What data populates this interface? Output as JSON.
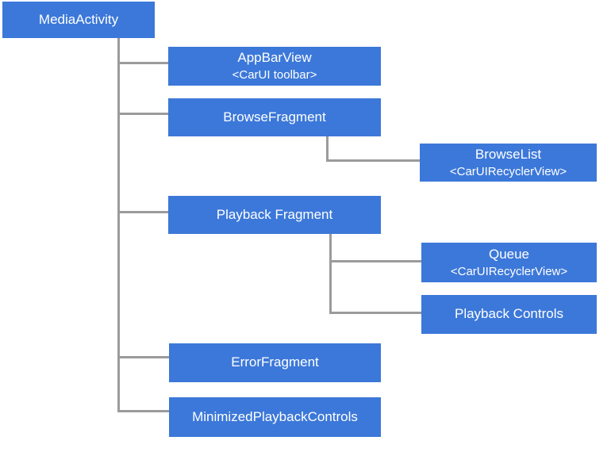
{
  "diagram": {
    "type": "component-tree",
    "colors": {
      "node_fill": "#3c78d9",
      "node_text": "#ffffff",
      "connector": "#9b9b9b",
      "background": "#ffffff"
    },
    "nodes": [
      {
        "id": "media-activity",
        "label": "MediaActivity",
        "sublabel": ""
      },
      {
        "id": "app-bar-view",
        "label": "AppBarView",
        "sublabel": "<CarUI toolbar>"
      },
      {
        "id": "browse-fragment",
        "label": "BrowseFragment",
        "sublabel": ""
      },
      {
        "id": "browse-list",
        "label": "BrowseList",
        "sublabel": "<CarUIRecyclerView>"
      },
      {
        "id": "playback-fragment",
        "label": "Playback Fragment",
        "sublabel": ""
      },
      {
        "id": "queue",
        "label": "Queue",
        "sublabel": "<CarUIRecyclerView>"
      },
      {
        "id": "playback-controls",
        "label": "Playback Controls",
        "sublabel": ""
      },
      {
        "id": "error-fragment",
        "label": "ErrorFragment",
        "sublabel": ""
      },
      {
        "id": "minimized-playback-controls",
        "label": "MinimizedPlaybackControls",
        "sublabel": ""
      }
    ],
    "hierarchy": {
      "MediaActivity": [
        "AppBarView",
        "BrowseFragment",
        "Playback Fragment",
        "ErrorFragment",
        "MinimizedPlaybackControls"
      ],
      "BrowseFragment": [
        "BrowseList"
      ],
      "Playback Fragment": [
        "Queue",
        "Playback Controls"
      ]
    }
  }
}
